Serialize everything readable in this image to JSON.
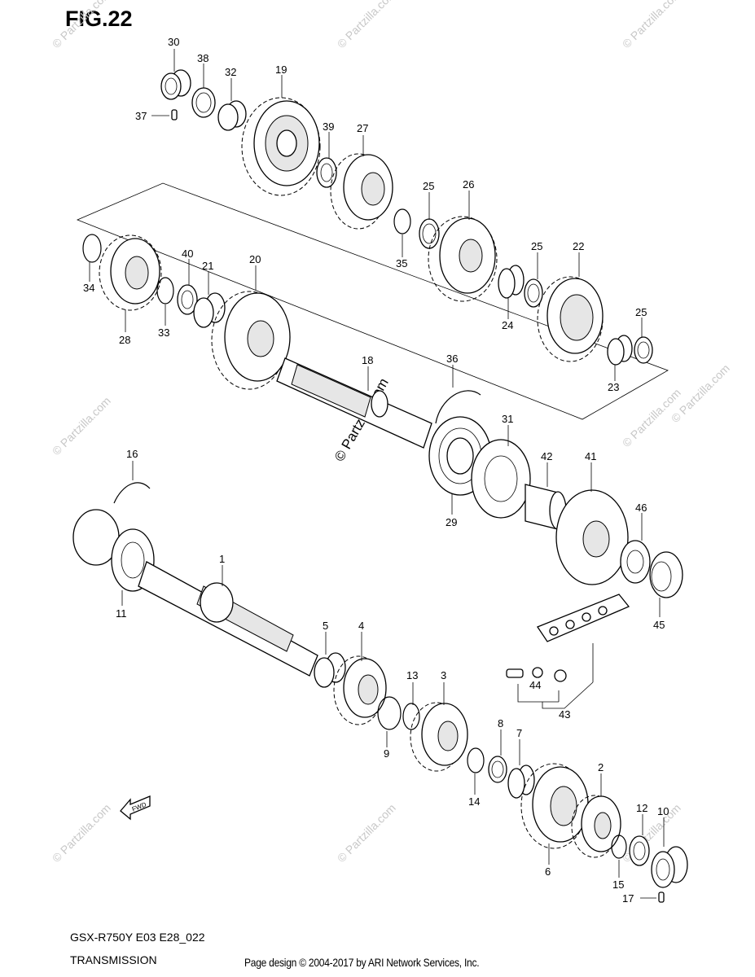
{
  "header": {
    "figure": "FIG.22"
  },
  "footer": {
    "model": "GSX-R750Y E03 E28_022",
    "section": "TRANSMISSION",
    "copyright": "Page design © 2004-2017 by ARI Network Services, Inc."
  },
  "watermark": {
    "text": "© Partzilla.com",
    "center_text": "© Partzilla.com"
  },
  "fwd_label": "FWD",
  "part_labels": [
    "1",
    "2",
    "3",
    "4",
    "5",
    "6",
    "7",
    "8",
    "9",
    "10",
    "11",
    "12",
    "13",
    "14",
    "15",
    "16",
    "17",
    "18",
    "19",
    "20",
    "21",
    "22",
    "23",
    "24",
    "25",
    "26",
    "27",
    "28",
    "29",
    "30",
    "31",
    "32",
    "33",
    "34",
    "35",
    "36",
    "37",
    "38",
    "39",
    "40",
    "41",
    "42",
    "43",
    "44",
    "45",
    "46"
  ]
}
